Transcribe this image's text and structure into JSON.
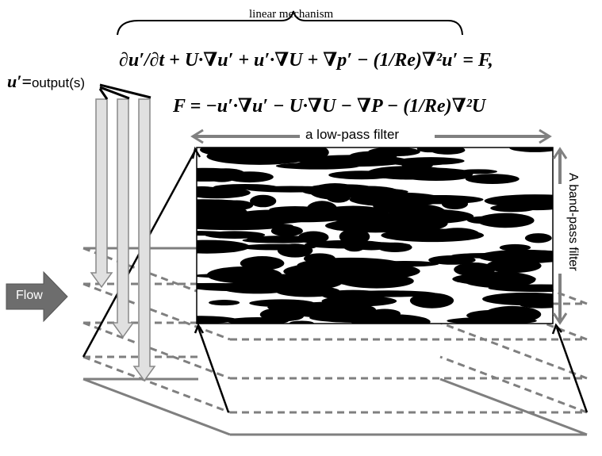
{
  "labels": {
    "linear_mechanism": "linear mechanism",
    "output": "output(s)",
    "output_var": "u′=",
    "low_pass": "a low-pass filter",
    "band_pass": "A band-pass filter",
    "flow": "Flow"
  },
  "equations": {
    "eq1_lhs": "∂u′/∂t + U·∇u′ + u′·∇U + ∇p′ − (1/Re)∇²u′ = F,",
    "eq2": "F = −u′·∇u′ − U·∇U − ∇P − (1/Re)∇²U"
  },
  "colors": {
    "arrow_gray": "#808080",
    "plane_gray": "#7f7f7f",
    "flow_fill": "#6d6d6d",
    "down_arrow_fill": "#e0e0e0"
  }
}
